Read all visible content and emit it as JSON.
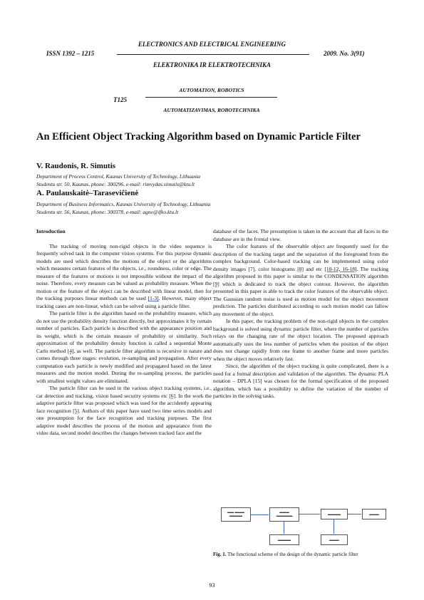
{
  "journal": {
    "title_en": "ELECTRONICS AND ELECTRICAL ENGINEERING",
    "issn": "ISSN 1392 – 1215",
    "year_issue": "2009. No. 3(91)",
    "title_lt": "ELEKTRONIKA IR ELEKTROTECHNIKA"
  },
  "classification": {
    "code": "T125",
    "topic_en": "AUTOMATION, ROBOTICS",
    "topic_lt": "AUTOMATIZAVIMAS, ROBOTECHNIKA"
  },
  "paper": {
    "title": "An Efficient Object Tracking Algorithm based on Dynamic Particle Filter",
    "authors": [
      {
        "names": "V. Raudonis, R. Simutis",
        "affiliation_line1": "Department of Process Control, Kaunas University of Technology, Lithuania",
        "affiliation_line2": "Studentu str. 50, Kaunas, phone: 300296, e-mail: rimvydas.simutis@ktu.lt"
      },
      {
        "names": "A. Paulauskaitė–Taraseviĉienė",
        "affiliation_line1": "Department of Business Informatics, Kaunas University of Technology, Lithuania",
        "affiliation_line2": "Studentu str. 56, Kaunas, phone: 300378, e-mail: agne@ifko.ktu.lt"
      }
    ]
  },
  "body": {
    "section_heading": "Introduction",
    "left": {
      "p1": "The tracking of moving non-rigid objects in the video sequence is frequently solved task in the computer vision systems. For this purpose dynamic models are used which describes the motions of the object or the algorithms which measures certain features of the objects, i.e., roundness, color or edge. The measure of the features or motions is not impossible without the impact of the noise. Therefore, every measure can be valued as probability measure. When the motion or the feature of the object can be described with linear model, then for the tracking purposes linear methods can be used ",
      "p1_cite": "[1-3]",
      "p1_end": ". However, many object tracking cases are non-linear, which can be solved using a particle filter.",
      "p2": "The particle filter is the algorithm based on the probability measure, which do not use the probability density function directly, but approximates it by certain number of particles. Each particle is described with the appearance position and its weight, which is the certain measure of probability or similarity. Such approximation of the probability density function is called a sequential Monte Carlo method ",
      "p2_cite": "[4]",
      "p2_end": ", as well. The particle filter algorithm is recursive in nature and comes through three stages: evolution, re-sampling and propagation. After every computation each particle is newly modified and propagated based on the latest measures and the motion model. During the re-sampling process, the particles with smallest weight values are eliminated.",
      "p3": "The particle filter can be used in the various object tracking systems, i.e., car detection and tracking, vision based security systems etc ",
      "p3_cite1": "[6]",
      "p3_mid": ". In the work the adaptive particle filter was proposed which was used for the accidently appearing face recognition ",
      "p3_cite2": "[5]",
      "p3_end": ". Authors of this paper have used two time series models and one presumption for the face recognition and tracking purposes. The first adaptive model describes the process of the motion and appearance from the video data, second model describes the changes between tracked face and the"
    },
    "right": {
      "p1": "database of the faces. The presumption is taken in the account that all faces in the database are in the frontal view.",
      "p2": "The color features of the observable object are frequently used for the description of the tracking target and the separation of the foreground from the complex background. Color-based tracking can be implemented using color density images [7], color histograms ",
      "p2_cite1": "[8]",
      "p2_mid1": " and etc ",
      "p2_cite2": "[10-12, 16-18]",
      "p2_mid2": ". The tracking algorithm proposed in this paper is similar to the CONDENSATION algorithm ",
      "p2_cite3": "[9]",
      "p2_end": " which is dedicated to track the object contour. However, the algorithm presented in this paper is able to track the color features of the observable object. The Gaussian random noise is used as motion model for the object movement prediction. The particles distributed according to such motion model can fallow any movement of the object.",
      "p3": "In this paper, the tracking problem of the non-rigid objects in the complex background is solved using dynamic particle filter, where the number of particles relays on the changing rate of the object location. The proposed approach automatically uses the less number of particles when the position of the object does not change rapidly from one frame to another frame and more particles when the object moves relatively fast.",
      "p4": "Since, the algorithm of the object tracking is quite complicated, there is a need for a formal description and validation of the algorithm. The dynamic PLA notation – DPLA [15] was chosen for the formal specification of the proposed algorithm, which has a possibility to define the variation of the number of particles in the solving tasks."
    }
  },
  "figure": {
    "caption_label": "Fig. 1.",
    "caption_text": " The functional scheme of the design of the dynamic particle filter"
  },
  "page_number": "93"
}
